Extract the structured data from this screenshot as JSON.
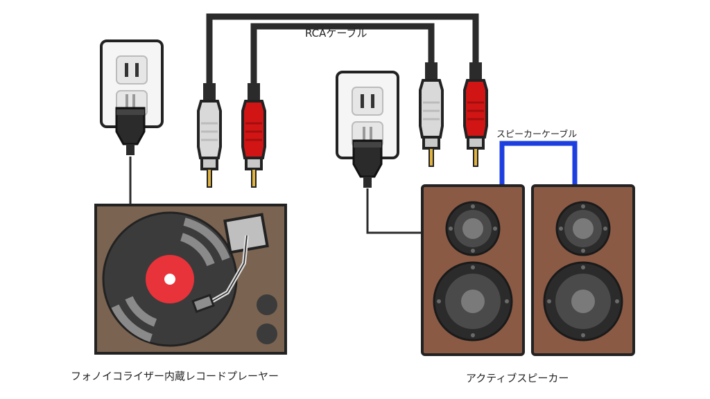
{
  "labels": {
    "rca_cable": "RCAケーブル",
    "speaker_cable": "スピーカーケーブル",
    "record_player": "フォノイコライザー内蔵レコードプレーヤー",
    "active_speakers": "アクティブスピーカー"
  },
  "colors": {
    "cable": "#2b2b2b",
    "speaker_cable": "#1d3fe0",
    "player_body": "#7a6350",
    "record": "#3b3b3b",
    "record_label": "#e8333a",
    "speaker_body": "#8a5a45",
    "plug_red": "#d11515",
    "plug_white": "#d8d8d8",
    "outlet": "#f5f5f5"
  }
}
